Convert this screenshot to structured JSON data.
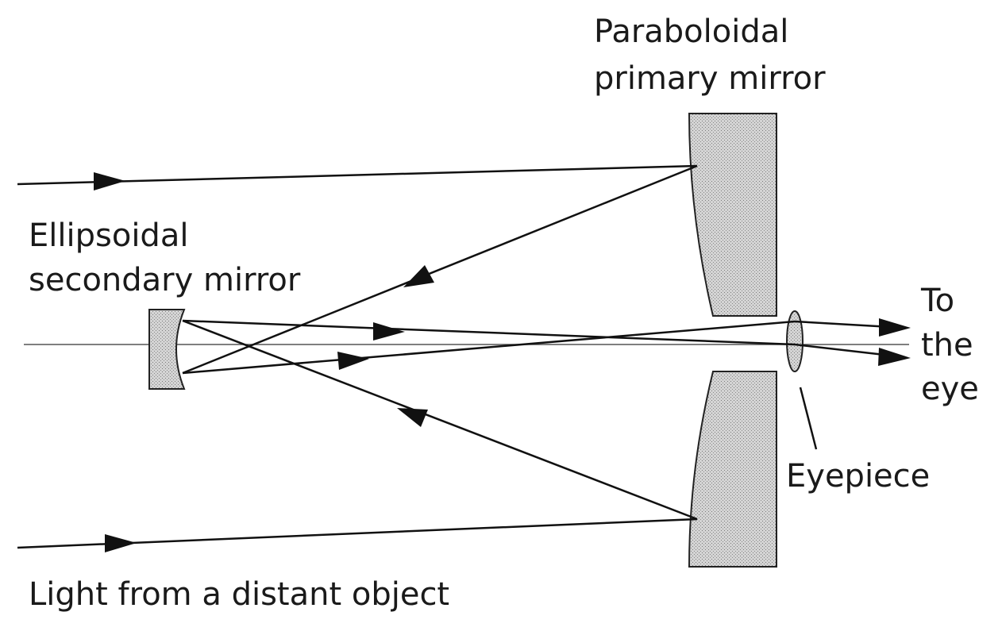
{
  "labels": {
    "primary_line1": "Paraboloidal",
    "primary_line2": "primary mirror",
    "secondary_line1": "Ellipsoidal",
    "secondary_line2": "secondary mirror",
    "to_eye_line1": "To",
    "to_eye_line2": "the",
    "to_eye_line3": "eye",
    "eyepiece": "Eyepiece",
    "light_source": "Light from a distant object"
  },
  "colors": {
    "line": "#111111",
    "mirror_fill": "#c8c8c8",
    "axis": "#555555"
  }
}
